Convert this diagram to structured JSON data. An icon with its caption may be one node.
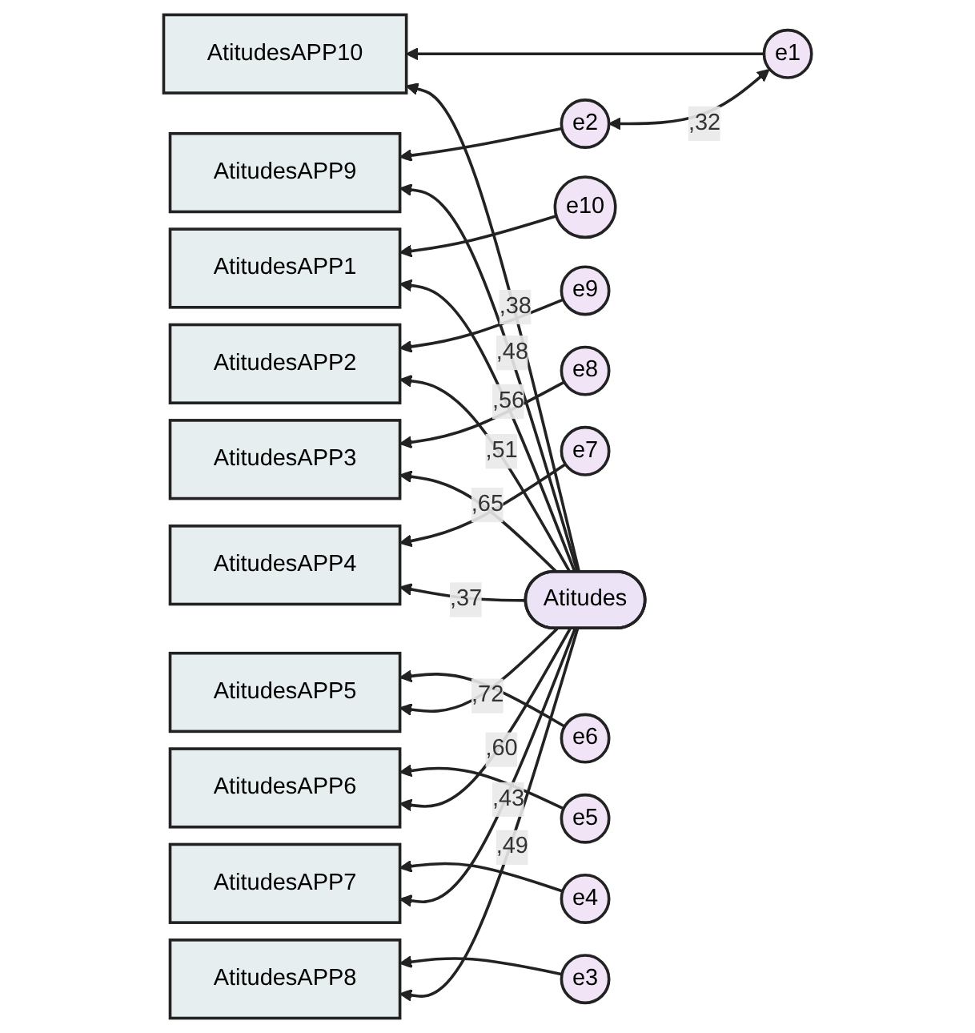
{
  "diagram": {
    "nodes": [
      {
        "text": [
          "e10"
        ]
      },
      {
        "text": [
          "AtitudesAPP1"
        ]
      },
      {
        "text": [
          "e9"
        ]
      },
      {
        "text": [
          "AtitudesAPP2"
        ]
      },
      {
        "text": [
          "e8"
        ]
      },
      {
        "text": [
          "AtitudesAPP3"
        ]
      },
      {
        "text": [
          "e7"
        ]
      },
      {
        "text": [
          "AtitudesAPP4"
        ]
      },
      {
        "text": [
          "e6"
        ]
      },
      {
        "text": [
          "AtitudesAPP5"
        ]
      },
      {
        "text": [
          "e5"
        ]
      },
      {
        "text": [
          "AtitudesAPP6"
        ]
      },
      {
        "text": [
          "e4"
        ]
      },
      {
        "text": [
          "AtitudesAPP7"
        ]
      },
      {
        "text": [
          "e3"
        ]
      },
      {
        "text": [
          "AtitudesAPP8"
        ]
      },
      {
        "text": [
          "e2"
        ]
      },
      {
        "text": [
          "AtitudesAPP9"
        ]
      },
      {
        "text": [
          "e1"
        ]
      },
      {
        "text": [
          "AtitudesAPP10"
        ]
      },
      {
        "text": [
          "Atitudes"
        ]
      }
    ],
    "edges": [
      {
        "from": 0,
        "to": 1,
        "arrow": "to"
      },
      {
        "from": 2,
        "to": 3,
        "arrow": "to"
      },
      {
        "from": 4,
        "to": 5,
        "arrow": "to"
      },
      {
        "from": 6,
        "to": 7,
        "arrow": "to"
      },
      {
        "from": 8,
        "to": 9,
        "arrow": "to"
      },
      {
        "from": 10,
        "to": 11,
        "arrow": "to"
      },
      {
        "from": 12,
        "to": 13,
        "arrow": "to"
      },
      {
        "from": 14,
        "to": 15,
        "arrow": "to"
      },
      {
        "from": 16,
        "to": 17,
        "arrow": "to"
      },
      {
        "from": 18,
        "to": 19,
        "arrow": "to"
      },
      {
        "from": 20,
        "to": 1,
        "arrow": "to",
        "label": ",56"
      },
      {
        "from": 20,
        "to": 3,
        "arrow": "to",
        "label": ",51"
      },
      {
        "from": 20,
        "to": 5,
        "arrow": "to",
        "label": ",65"
      },
      {
        "from": 20,
        "to": 7,
        "arrow": "to",
        "label": ",37"
      },
      {
        "from": 20,
        "to": 9,
        "arrow": "to",
        "label": ",72"
      },
      {
        "from": 20,
        "to": 11,
        "arrow": "to",
        "label": ",60"
      },
      {
        "from": 20,
        "to": 13,
        "arrow": "to",
        "label": ",43"
      },
      {
        "from": 20,
        "to": 15,
        "arrow": "to",
        "label": ",49"
      },
      {
        "from": 20,
        "to": 17,
        "arrow": "to",
        "label": ",48"
      },
      {
        "from": 20,
        "to": 19,
        "arrow": "to",
        "label": ",38"
      },
      {
        "from": 18,
        "to": 16,
        "arrow": "both",
        "label": ",32"
      }
    ]
  }
}
